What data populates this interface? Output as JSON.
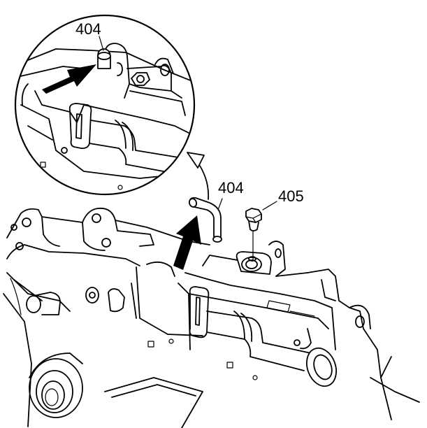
{
  "callouts": {
    "detail_label": "404",
    "part_label": "404",
    "bolt_label": "405"
  }
}
